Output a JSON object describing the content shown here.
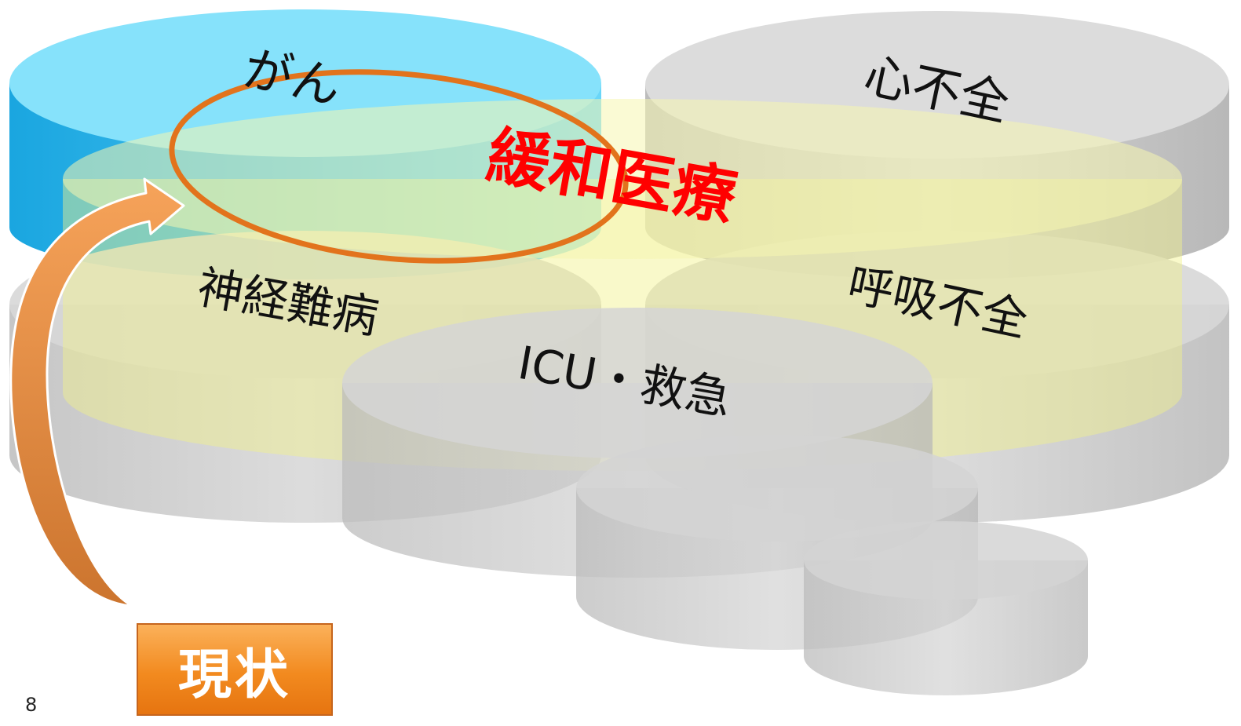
{
  "diagram": {
    "cylinders": {
      "cancer": "がん",
      "heart_failure": "心不全",
      "neuro": "神経難病",
      "respiratory": "呼吸不全",
      "icu": "ICU・救急"
    },
    "center_label": "緩和医療",
    "status_label": "現状",
    "page_number": "8"
  },
  "colors": {
    "cancer": "#4fc8f0",
    "palliative": "#f3f39a",
    "gray": "#c9c9c9",
    "highlight_ellipse": "#e2731c",
    "arrow": "#e8842e",
    "center_text": "#ff0000"
  }
}
